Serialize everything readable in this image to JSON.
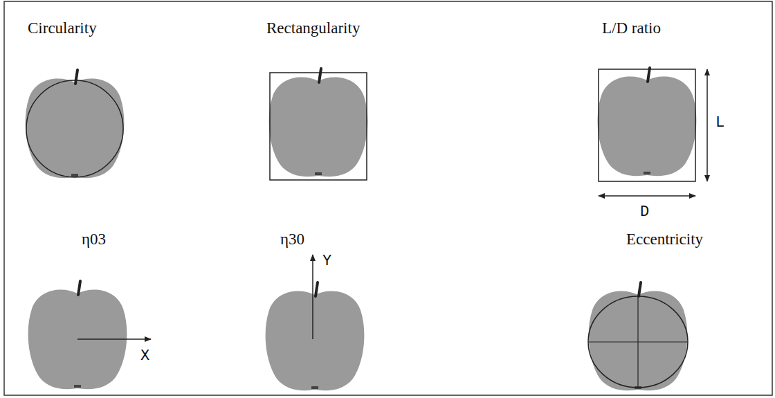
{
  "diagram": {
    "labels": [
      "Circularity",
      "Rectangularity",
      "L/D ratio",
      "L",
      "D",
      "η03",
      "η30",
      "Y",
      "X",
      "Eccentricity"
    ]
  }
}
